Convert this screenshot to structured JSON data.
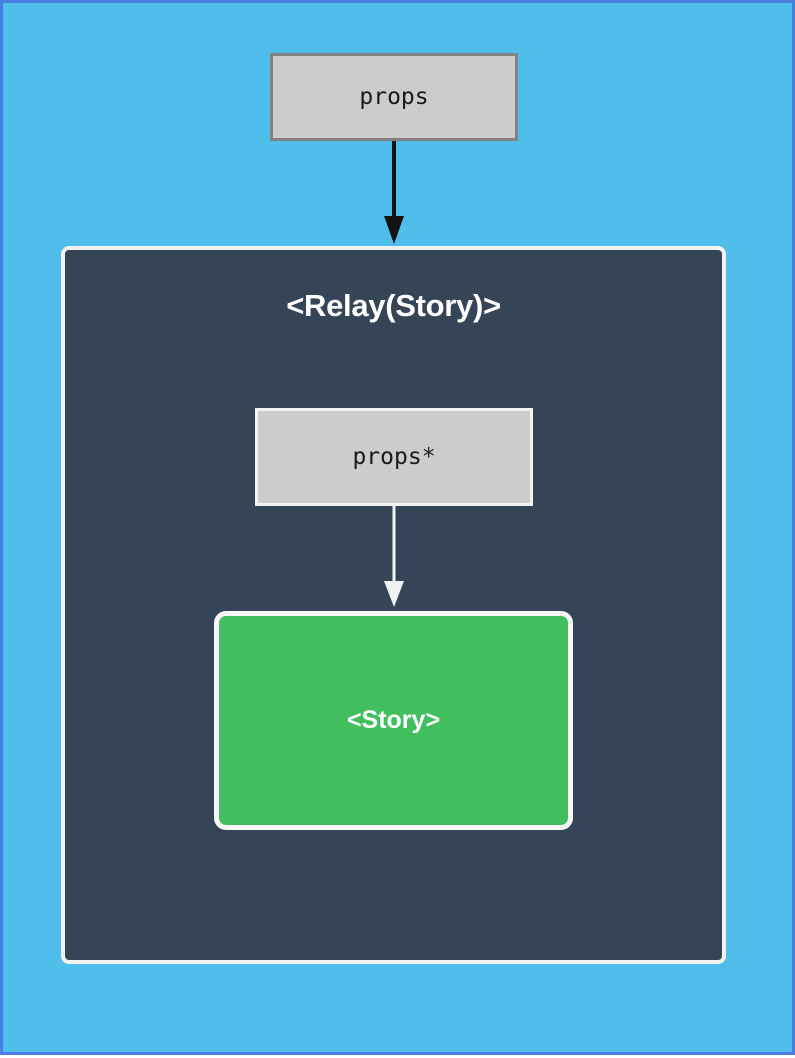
{
  "page": {
    "title": "Relay Story component data-flow diagram",
    "background_color": "#4fbeea",
    "border_color": "#4a7ce2"
  },
  "nodes": {
    "props": {
      "label": "props",
      "fill": "#cccccc",
      "stroke": "#828282"
    },
    "relay_container": {
      "title": "<Relay(Story)>",
      "fill": "#354456",
      "stroke": "#f2f2f2"
    },
    "props_star": {
      "label": "props*",
      "fill": "#cccccc",
      "stroke": "#f2f2f2"
    },
    "story": {
      "label": "<Story>",
      "fill": "#41bf5e",
      "stroke": "#f7f7f7"
    }
  },
  "edges": [
    {
      "name": "props-to-relay",
      "from": "props",
      "to": "relay_container",
      "color": "#141414",
      "style": "solid",
      "arrowhead": "filled-triangle"
    },
    {
      "name": "propsstar-to-story",
      "from": "props_star",
      "to": "story",
      "color": "#f2f2f2",
      "style": "solid",
      "arrowhead": "filled-triangle"
    }
  ]
}
